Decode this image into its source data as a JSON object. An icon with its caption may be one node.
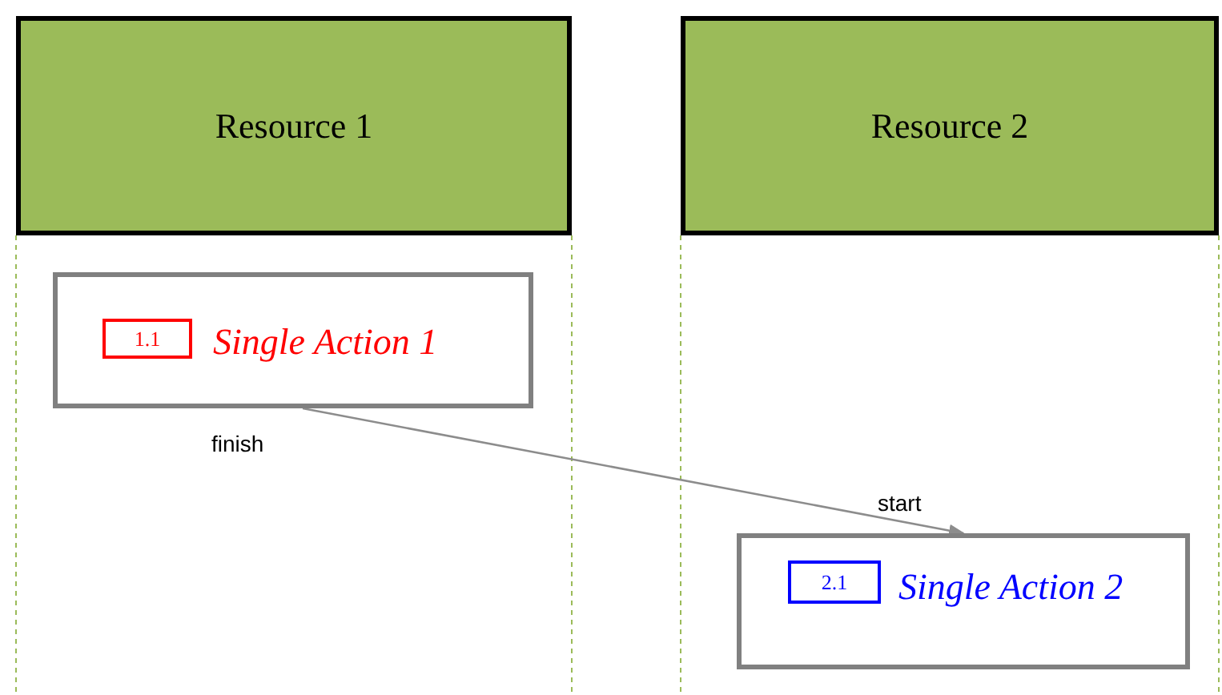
{
  "diagram": {
    "nodes": [
      {
        "text": [
          "Resource 1"
        ]
      },
      {
        "text": [
          "Resource 2"
        ]
      },
      {
        "text": [
          "Single Action 1"
        ]
      },
      {
        "text": [
          "1.1"
        ],
        "in": 2
      },
      {
        "text": [
          "Single Action 2"
        ]
      },
      {
        "text": [
          "2.1"
        ],
        "in": 4
      }
    ],
    "edges": [
      {
        "from": 2,
        "to": 4,
        "arrow": "to"
      }
    ],
    "labels": [
      "finish",
      "start"
    ]
  }
}
